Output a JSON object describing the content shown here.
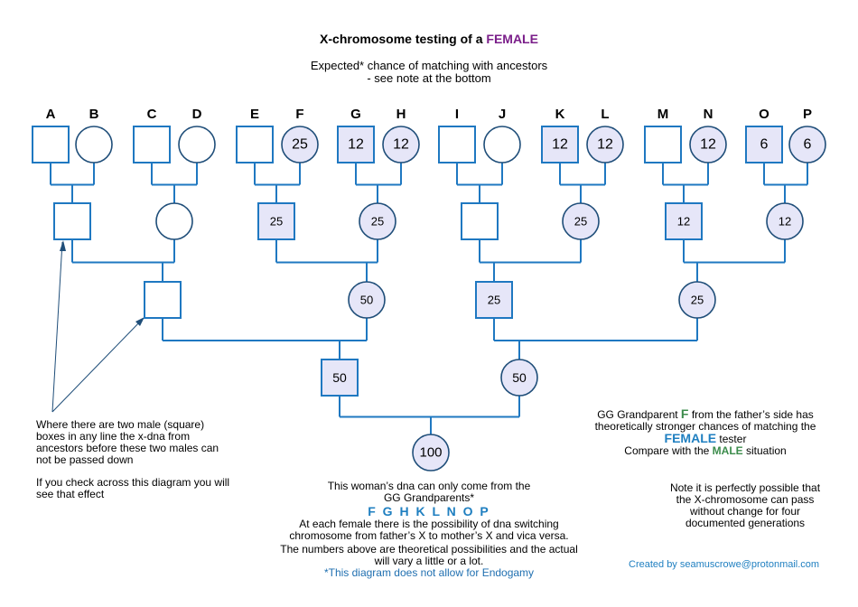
{
  "title_prefix": "X-chromosome testing of a ",
  "title_emph": "FEMALE",
  "subtitle": [
    "Expected* chance of matching with ancestors",
    "- see note at the bottom"
  ],
  "letters": [
    "A",
    "B",
    "C",
    "D",
    "E",
    "F",
    "G",
    "H",
    "I",
    "J",
    "K",
    "L",
    "M",
    "N",
    "O",
    "P"
  ],
  "generations": {
    "gg_grandparents": [
      {
        "sex": "M",
        "value": ""
      },
      {
        "sex": "F",
        "value": ""
      },
      {
        "sex": "M",
        "value": ""
      },
      {
        "sex": "F",
        "value": ""
      },
      {
        "sex": "M",
        "value": ""
      },
      {
        "sex": "F",
        "value": "25"
      },
      {
        "sex": "M",
        "value": "12"
      },
      {
        "sex": "F",
        "value": "12"
      },
      {
        "sex": "M",
        "value": ""
      },
      {
        "sex": "F",
        "value": ""
      },
      {
        "sex": "M",
        "value": "12"
      },
      {
        "sex": "F",
        "value": "12"
      },
      {
        "sex": "M",
        "value": ""
      },
      {
        "sex": "F",
        "value": "12"
      },
      {
        "sex": "M",
        "value": "6"
      },
      {
        "sex": "F",
        "value": "6"
      }
    ],
    "g_grandparents": [
      {
        "sex": "M",
        "value": ""
      },
      {
        "sex": "F",
        "value": ""
      },
      {
        "sex": "M",
        "value": "25"
      },
      {
        "sex": "F",
        "value": "25"
      },
      {
        "sex": "M",
        "value": ""
      },
      {
        "sex": "F",
        "value": "25"
      },
      {
        "sex": "M",
        "value": "12"
      },
      {
        "sex": "F",
        "value": "12"
      }
    ],
    "grandparents": [
      {
        "sex": "M",
        "value": ""
      },
      {
        "sex": "F",
        "value": "50"
      },
      {
        "sex": "M",
        "value": "25"
      },
      {
        "sex": "F",
        "value": "25"
      }
    ],
    "parents": [
      {
        "sex": "M",
        "value": "50"
      },
      {
        "sex": "F",
        "value": "50"
      }
    ],
    "tester": {
      "sex": "F",
      "value": "100"
    }
  },
  "left_note_1": "Where there are two male (square) boxes in any line the x-dna from ancestors before these two males can not be passed down",
  "left_note_2": "If you check across this diagram you will see that effect",
  "bottom": {
    "line1": "This woman’s dna can only come from the",
    "line2": "GG Grandparents*",
    "letters": "F G H K L N O P",
    "line3": "At each female there is the possibility of dna switching chromosome from father’s X to mother’s X and vica versa.",
    "line4": "The numbers above are theoretical possibilities and the actual will vary a little or a lot.",
    "line5": "*This diagram does not allow for Endogamy"
  },
  "right_note": {
    "pre": "GG Grandparent ",
    "letter": "F",
    "post": " from the father’s side has theoretically stronger chances of matching the",
    "female": "FEMALE",
    "tester": " tester",
    "compare_pre": "Compare with the ",
    "male": "MALE",
    "compare_post": " situation"
  },
  "right_note_2": "Note it is perfectly possible that the X-chromosome can pass without change for four documented generations",
  "credit": "Created by seamuscrowe@protonmail.com"
}
